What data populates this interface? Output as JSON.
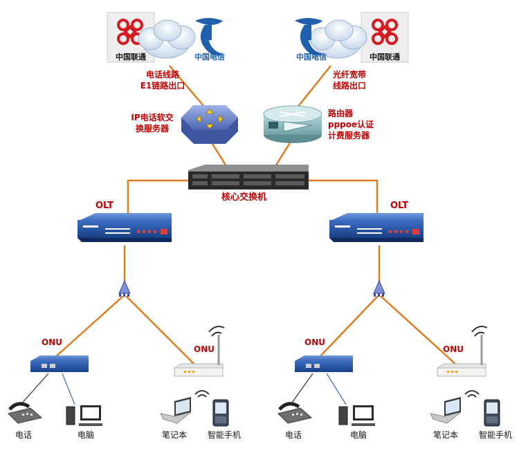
{
  "carriers": {
    "left": {
      "unicom": "中国联通",
      "telecom": "中国电信"
    },
    "right": {
      "telecom": "中国电信",
      "unicom": "中国联通"
    }
  },
  "links": {
    "phone_line": [
      "电话线路",
      "E1链路出口"
    ],
    "fiber_line": [
      "光纤宽带",
      "线路出口"
    ]
  },
  "servers": {
    "ip_phone": [
      "IP电话软交",
      "换服务器"
    ],
    "router": [
      "路由器",
      "pppoe认证",
      "计费服务器"
    ]
  },
  "core_switch": "核心交换机",
  "olt_label": "OLT",
  "onu_label": "ONU",
  "devices": {
    "phone": "电话",
    "pc": "电脑",
    "laptop": "笔记本",
    "smartphone": "智能手机"
  },
  "colors": {
    "link": "#e07a1f",
    "label_red": "#c00000",
    "device_blue": "#1f4f9a",
    "unicom_red": "#d71920",
    "telecom_blue": "#1f5fae"
  }
}
